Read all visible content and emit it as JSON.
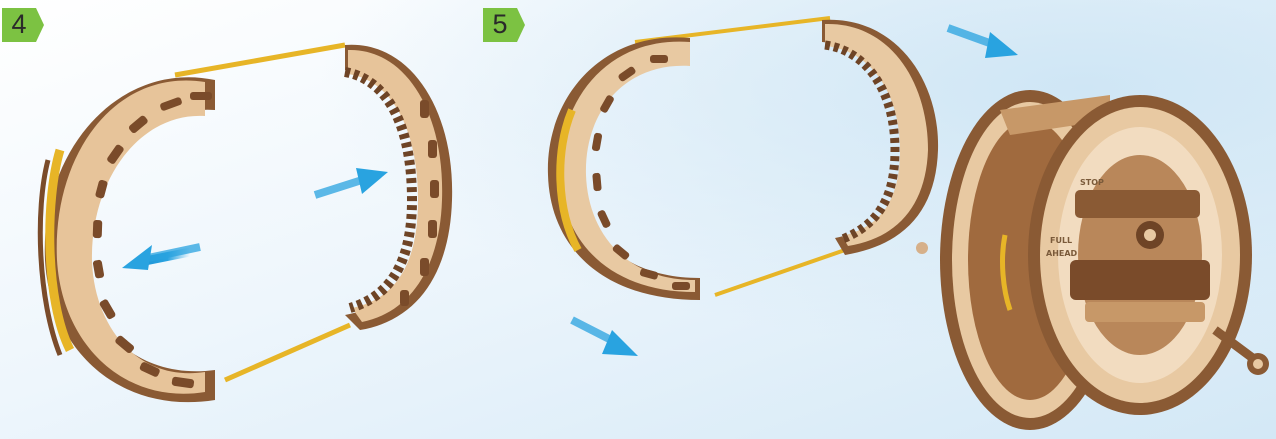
{
  "steps": [
    {
      "number": "4"
    },
    {
      "number": "5"
    }
  ],
  "engraved_labels": [
    "STOP",
    "FULL",
    "AHEAD"
  ],
  "icons": [
    "arrow-left-icon",
    "arrow-right-icon",
    "arrow-down-right-icon"
  ],
  "colors": {
    "badge_green": "#7cc242",
    "arrow_blue": "#29a3e0",
    "wood_light": "#e8c9a2",
    "wood_dark": "#8a5a34",
    "rubber_band": "#e7b527",
    "background_blue": "#d8ebf7"
  }
}
